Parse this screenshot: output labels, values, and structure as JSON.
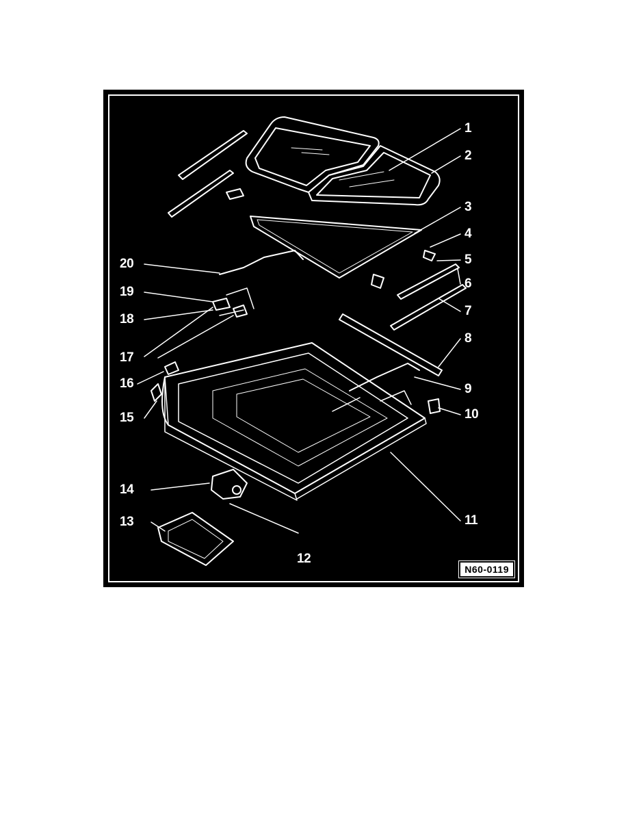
{
  "diagram": {
    "callouts": [
      "1",
      "2",
      "3",
      "4",
      "5",
      "6",
      "7",
      "8",
      "9",
      "10",
      "11",
      "12",
      "13",
      "14",
      "15",
      "16",
      "17",
      "18",
      "19",
      "20"
    ],
    "reference_code": "N60-0119"
  },
  "colors": {
    "background": "#000000",
    "line": "#ffffff",
    "page": "#ffffff"
  }
}
